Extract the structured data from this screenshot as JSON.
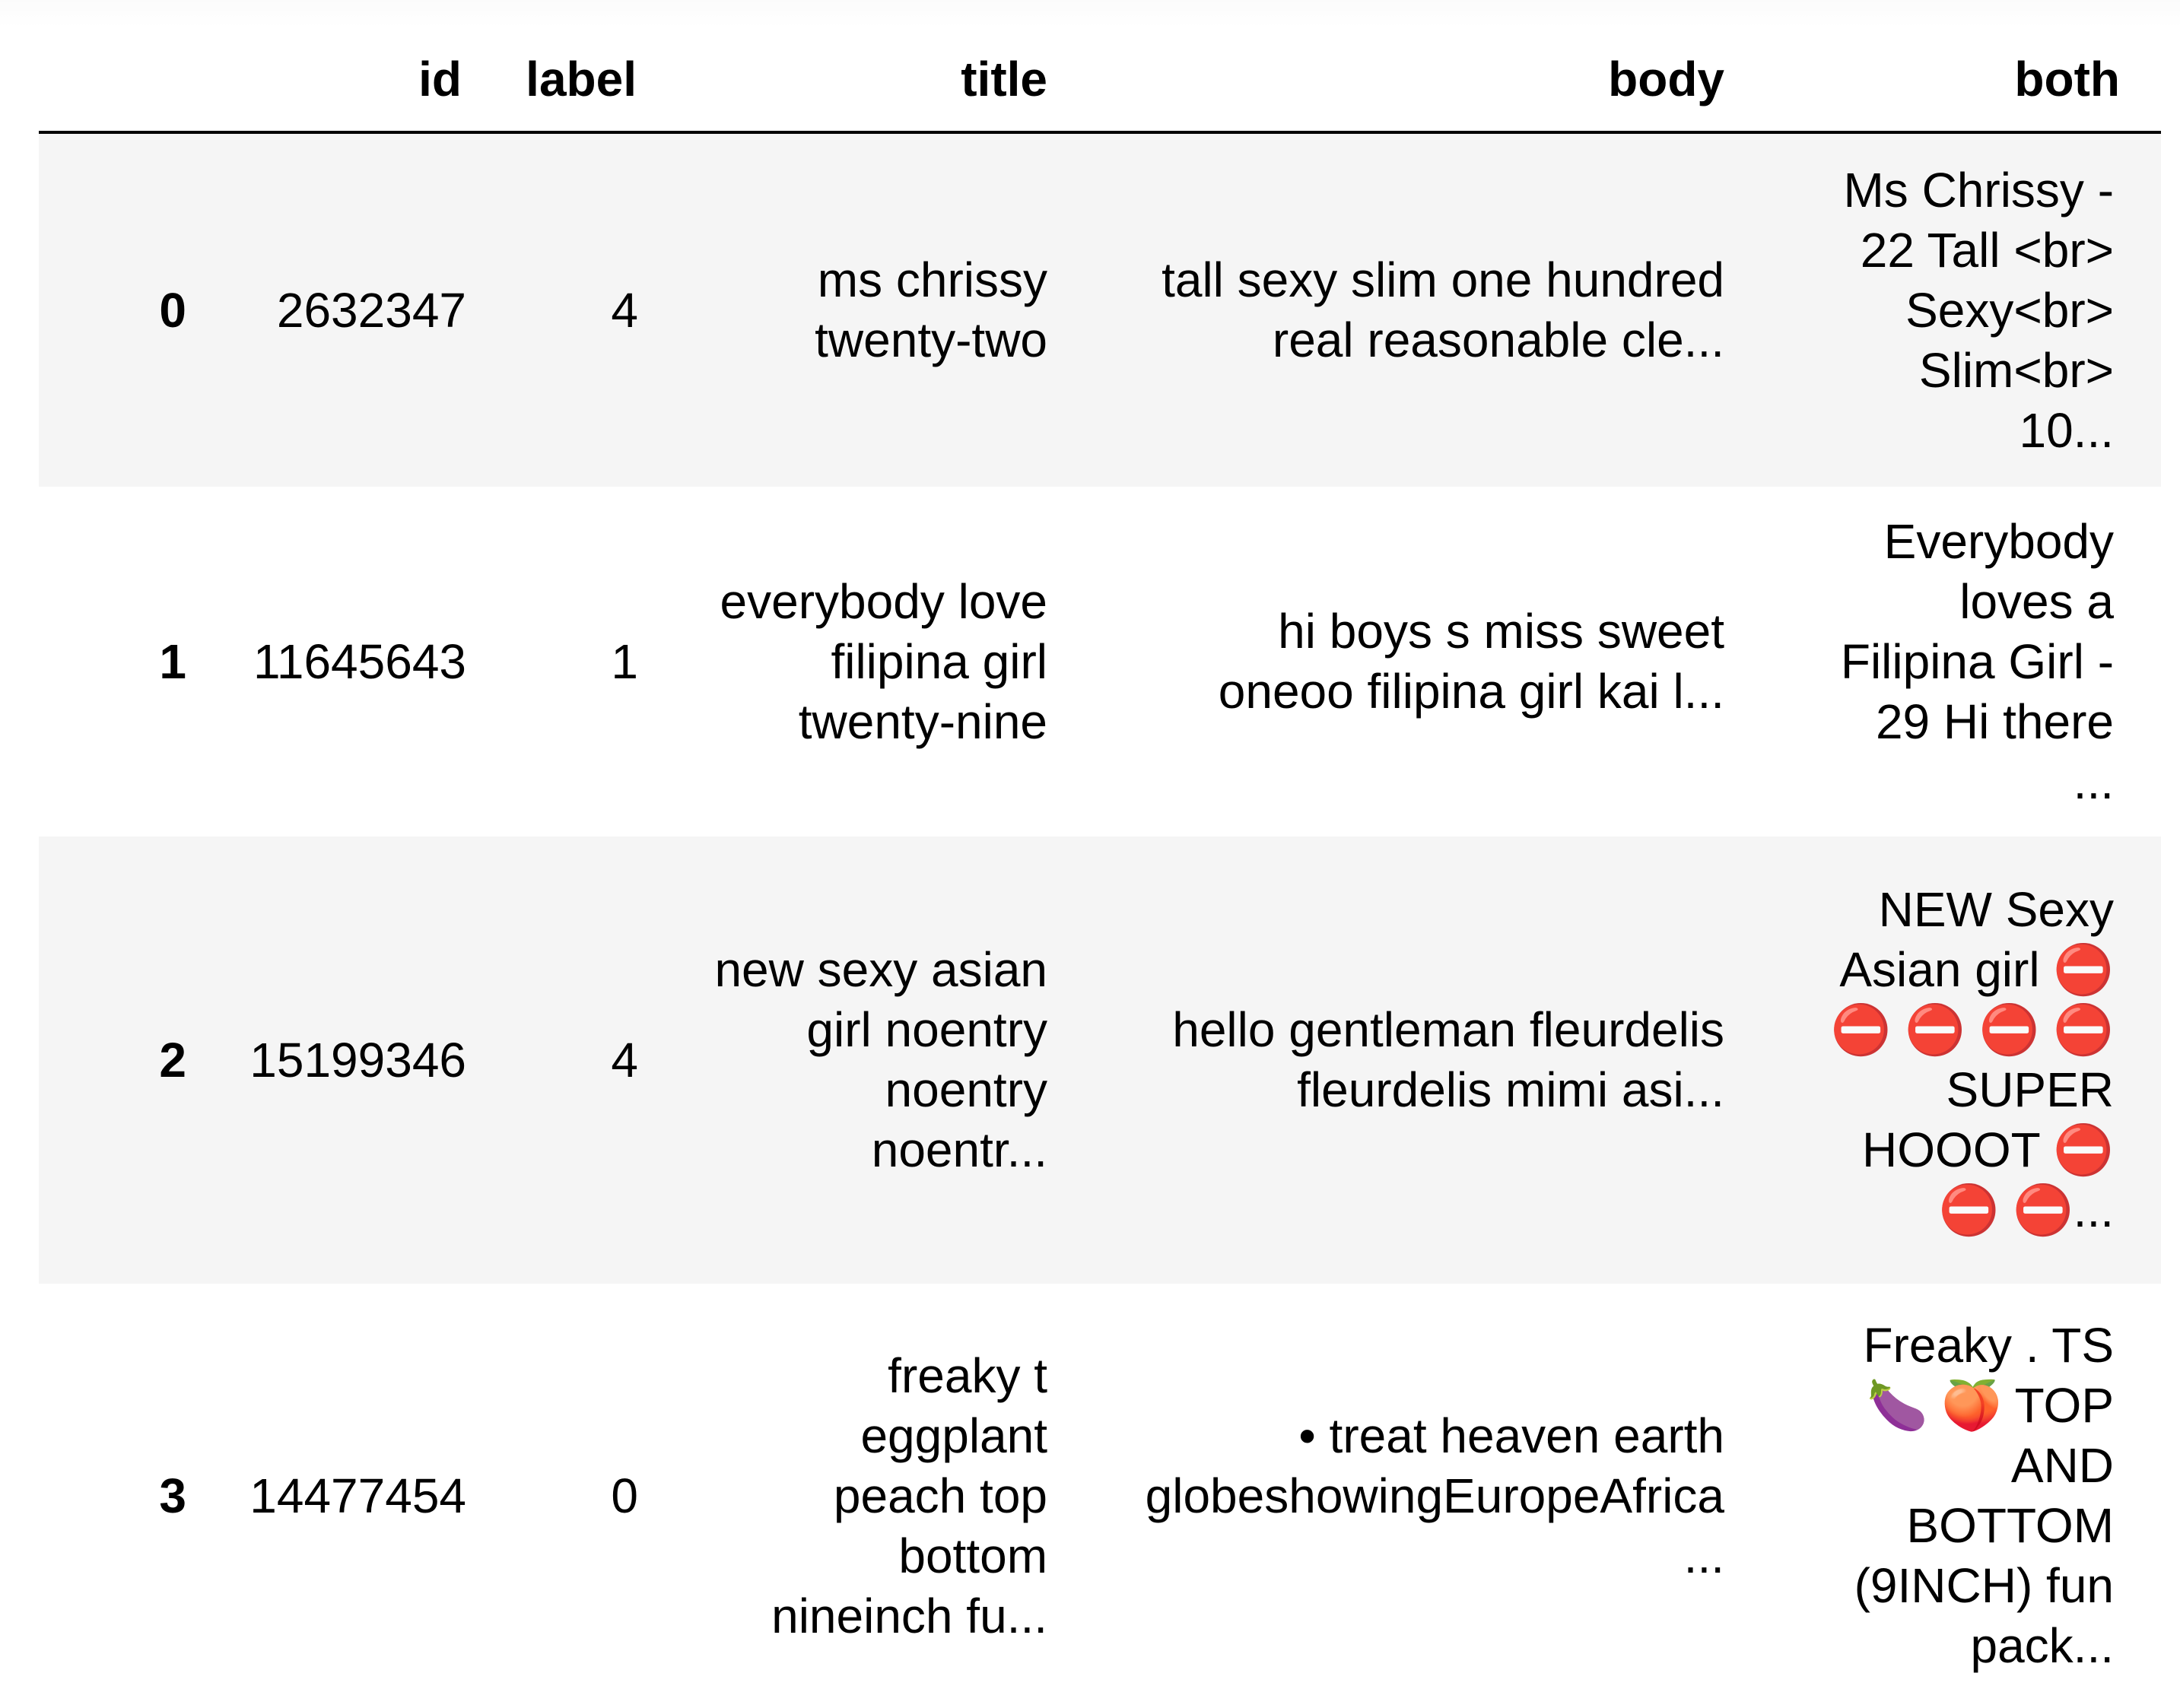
{
  "table": {
    "columns": [
      "id",
      "label",
      "title",
      "body",
      "both"
    ],
    "rows": [
      {
        "index": "0",
        "id": "2632347",
        "label": "4",
        "title": "ms chrissy\ntwenty-two",
        "body": "tall sexy slim one hundred\nreal reasonable cle...",
        "both": "Ms Chrissy -\n22 Tall <br>\nSexy<br>\nSlim<br>\n10..."
      },
      {
        "index": "1",
        "id": "11645643",
        "label": "1",
        "title": "everybody love\nfilipina girl\ntwenty-nine",
        "body": "hi boys s miss sweet\noneoo filipina girl kai l...",
        "both": "Everybody\nloves a\nFilipina Girl -\n29 Hi there\n..."
      },
      {
        "index": "2",
        "id": "15199346",
        "label": "4",
        "title": "new sexy asian\ngirl noentry \nnoentry \nnoentr...",
        "body": "hello gentleman fleurdelis\nfleurdelis mimi asi...",
        "both": "NEW Sexy\nAsian girl ⛔\n⛔ ⛔ ⛔ ⛔\nSUPER\nHOOOT ⛔\n⛔ ⛔..."
      },
      {
        "index": "3",
        "id": "14477454",
        "label": "0",
        "title": "freaky t\neggplant\npeach top\nbottom\nnineinch fu...",
        "body": "• treat heaven earth\nglobeshowingEuropeAfrica\n...",
        "both": "Freaky . TS\n🍆 🍑 TOP\nAND\nBOTTOM\n(9INCH) fun\npack..."
      }
    ]
  }
}
